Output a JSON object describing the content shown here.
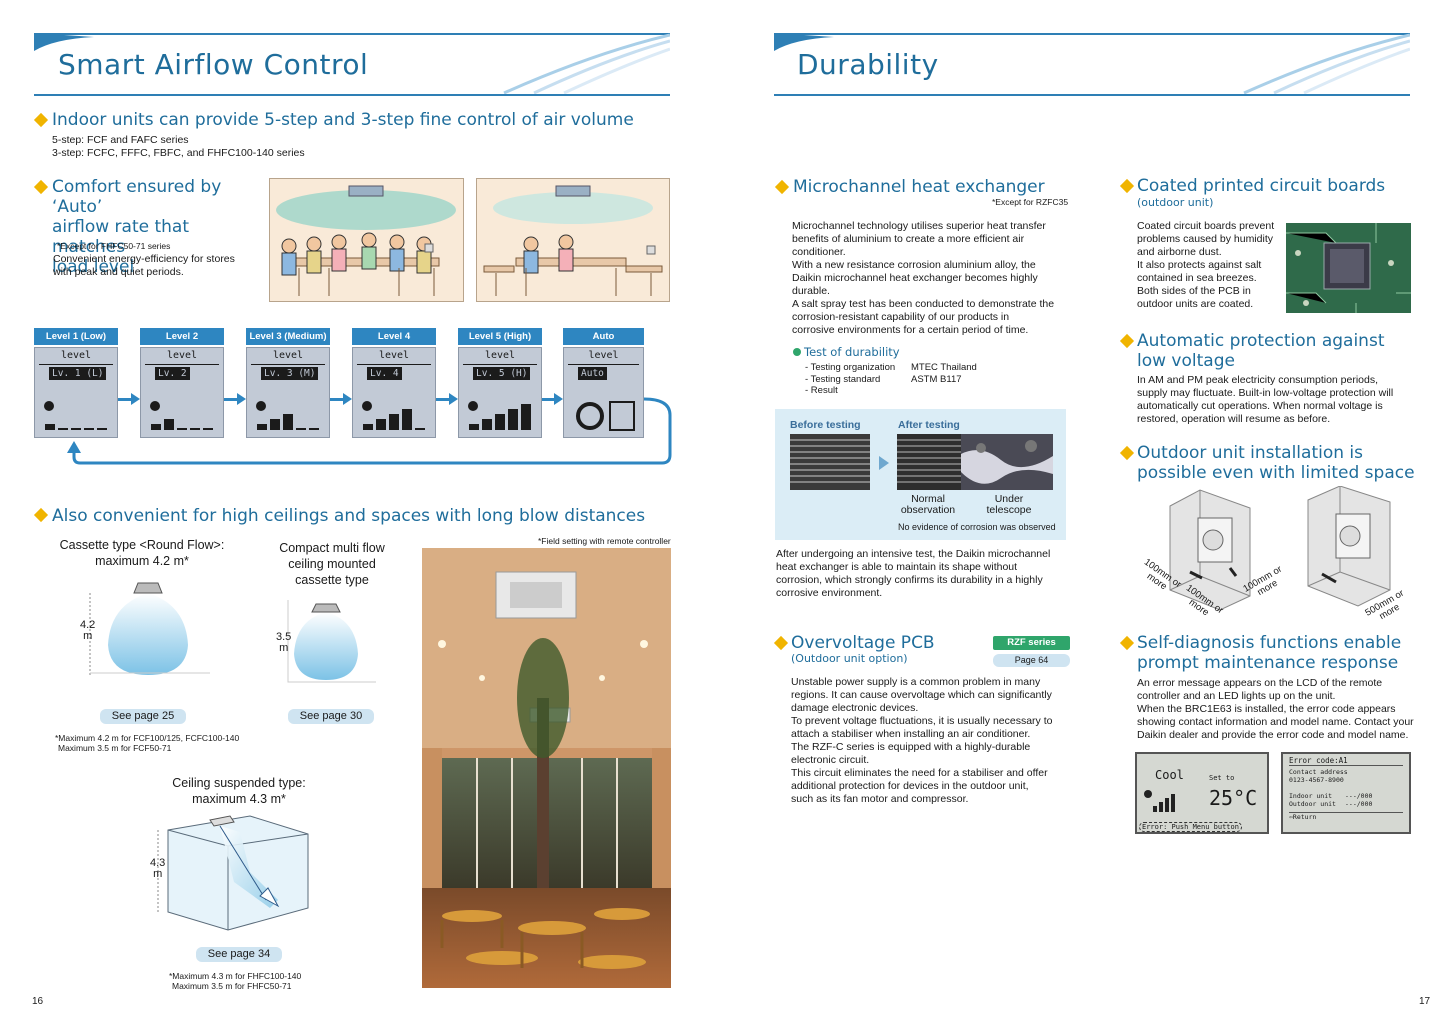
{
  "left": {
    "title": "Smart Airflow Control",
    "page_number": "16",
    "sec1": {
      "heading": "Indoor units can provide 5-step and 3-step fine control of air volume",
      "line1": "5-step: FCF and FAFC series",
      "line2": "3-step: FCFC, FFFC, FBFC, and FHFC100-140 series"
    },
    "sec2": {
      "heading_l1": "Comfort ensured by ‘Auto’",
      "heading_l2": "airflow rate that matches",
      "heading_l3": "load level",
      "note": "*Except for FHFC50-71 series",
      "desc_l1": "Convenient energy-efficiency for stores",
      "desc_l2": "with peak and quiet periods."
    },
    "levels": [
      {
        "tab": "Level 1 (Low)",
        "lcd_top": "level",
        "lcd_value": "Lv. 1 (L)",
        "bars": 1
      },
      {
        "tab": "Level 2",
        "lcd_top": "level",
        "lcd_value": "Lv. 2",
        "bars": 2
      },
      {
        "tab": "Level 3 (Medium)",
        "lcd_top": "level",
        "lcd_value": "Lv. 3 (M)",
        "bars": 3
      },
      {
        "tab": "Level 4",
        "lcd_top": "level",
        "lcd_value": "Lv. 4",
        "bars": 4
      },
      {
        "tab": "Level 5 (High)",
        "lcd_top": "level",
        "lcd_value": "Lv. 5 (H)",
        "bars": 5
      },
      {
        "tab": "Auto",
        "lcd_top": "level",
        "lcd_value": "Auto",
        "bars": 0
      }
    ],
    "sec3": {
      "heading": "Also convenient for high ceilings and spaces with long blow distances",
      "field_note": "*Field setting with remote controller",
      "cassette_l1": "Cassette type <Round Flow>:",
      "cassette_l2": "maximum 4.2 m*",
      "cassette_dim": "4.2",
      "cassette_unit": "m",
      "cassette_page": "See page 25",
      "cassette_note1": "*Maximum 4.2 m for FCF100/125, FCFC100-140",
      "cassette_note2": "Maximum 3.5 m for FCF50-71",
      "compact_l1": "Compact multi flow",
      "compact_l2": "ceiling mounted",
      "compact_l3": "cassette type",
      "compact_dim": "3.5",
      "compact_unit": "m",
      "compact_page": "See page 30",
      "ceiling_l1": "Ceiling suspended type:",
      "ceiling_l2": "maximum 4.3 m*",
      "ceiling_dim": "4.3",
      "ceiling_unit": "m",
      "ceiling_page": "See page 34",
      "ceiling_note1": "*Maximum 4.3 m for FHFC100-140",
      "ceiling_note2": "Maximum 3.5 m for FHFC50-71"
    }
  },
  "right": {
    "title": "Durability",
    "page_number": "17",
    "micro": {
      "heading": "Microchannel heat exchanger",
      "note": "*Except for RZFC35",
      "p1": "Microchannel technology utilises superior heat transfer",
      "p2": "benefits of aluminium to create a more efficient air",
      "p3": "conditioner.",
      "p4": "With a new resistance corrosion aluminium alloy, the",
      "p5": "Daikin microchannel heat exchanger becomes highly",
      "p6": "durable.",
      "p7": "A salt spray test has been conducted to demonstrate the",
      "p8": "corrosion-resistant capability of our products in",
      "p9": "corrosive environments for a certain period of time.",
      "test_heading": "Test of durability",
      "test_rows": [
        {
          "label": "- Testing organization",
          "value": "MTEC Thailand"
        },
        {
          "label": "- Testing standard",
          "value": "ASTM B117"
        },
        {
          "label": "- Result",
          "value": ""
        }
      ],
      "before_label": "Before testing",
      "after_label": "After testing",
      "normal_l1": "Normal",
      "normal_l2": "observation",
      "under_l1": "Under",
      "under_l2": "telescope",
      "no_evidence": "No evidence of corrosion was observed",
      "after_p1": "After undergoing an intensive test, the Daikin microchannel",
      "after_p2": "heat exchanger is able to maintain its shape without",
      "after_p3": "corrosion, which strongly confirms its durability in a highly",
      "after_p4": "corrosive environment."
    },
    "overvoltage": {
      "heading": "Overvoltage PCB",
      "sub": "(Outdoor unit option)",
      "badge": "RZF series",
      "page": "Page 64",
      "p1": "Unstable power supply is a common problem in many",
      "p2": "regions. It can cause overvoltage which can significantly",
      "p3": "damage electronic devices.",
      "p4": "To prevent voltage fluctuations, it is usually necessary to",
      "p5": "attach a stabiliser when installing an air conditioner.",
      "p6": "The RZF-C series is equipped with a highly-durable",
      "p7": "electronic circuit.",
      "p8": "This circuit eliminates the need for a stabiliser and offer",
      "p9": "additional protection for devices in the outdoor unit,",
      "p10": "such as its fan motor and compressor."
    },
    "coated": {
      "heading": "Coated printed circuit boards",
      "sub": "(outdoor unit)",
      "p1": "Coated circuit boards prevent",
      "p2": "problems caused by humidity",
      "p3": "and airborne dust.",
      "p4": "It also protects against salt",
      "p5": "contained in sea breezes.",
      "p6": "Both sides of the PCB in",
      "p7": "outdoor units are coated."
    },
    "lowvolt": {
      "heading_l1": "Automatic protection against",
      "heading_l2": "low voltage",
      "p1": "In AM and PM peak electricity consumption periods,",
      "p2": "supply may fluctuate. Built-in low-voltage protection will",
      "p3": "automatically cut operations. When normal voltage is",
      "p4": "restored, operation will resume as before."
    },
    "install": {
      "heading_l1": "Outdoor unit installation is",
      "heading_l2": "possible even with limited space",
      "dim1_l1": "100mm or",
      "dim1_l2": "more",
      "dim2_l1": "100mm or",
      "dim2_l2": "more",
      "dim3_l1": "100mm or",
      "dim3_l2": "more",
      "dim4_l1": "500mm or",
      "dim4_l2": "more"
    },
    "selfdiag": {
      "heading_l1": "Self-diagnosis functions enable",
      "heading_l2": "prompt maintenance response",
      "p1": "An error message appears on the LCD of the remote",
      "p2": "controller and an LED lights up on the unit.",
      "p3": "When the BRC1E63 is installed, the error code appears",
      "p4": "showing contact  information and model name. Contact your",
      "p5": "Daikin dealer and provide the error code and model name.",
      "lcd1_mode": "Cool",
      "lcd1_set": "Set to",
      "lcd1_temp": "25°C",
      "lcd1_error": "Error: Push Menu button",
      "lcd2_code": "Error code:A1",
      "lcd2_contact": "Contact address",
      "lcd2_phone": "0123-4567-8900",
      "lcd2_indoor": "Indoor unit",
      "lcd2_indoor_val": "---/000",
      "lcd2_outdoor": "Outdoor unit",
      "lcd2_outdoor_val": "---/000",
      "lcd2_return": "Return"
    }
  },
  "colors": {
    "accent": "#1f6d9b",
    "bullet": "#f0b400",
    "tab": "#2e86c1",
    "badge": "#2fa56b"
  }
}
